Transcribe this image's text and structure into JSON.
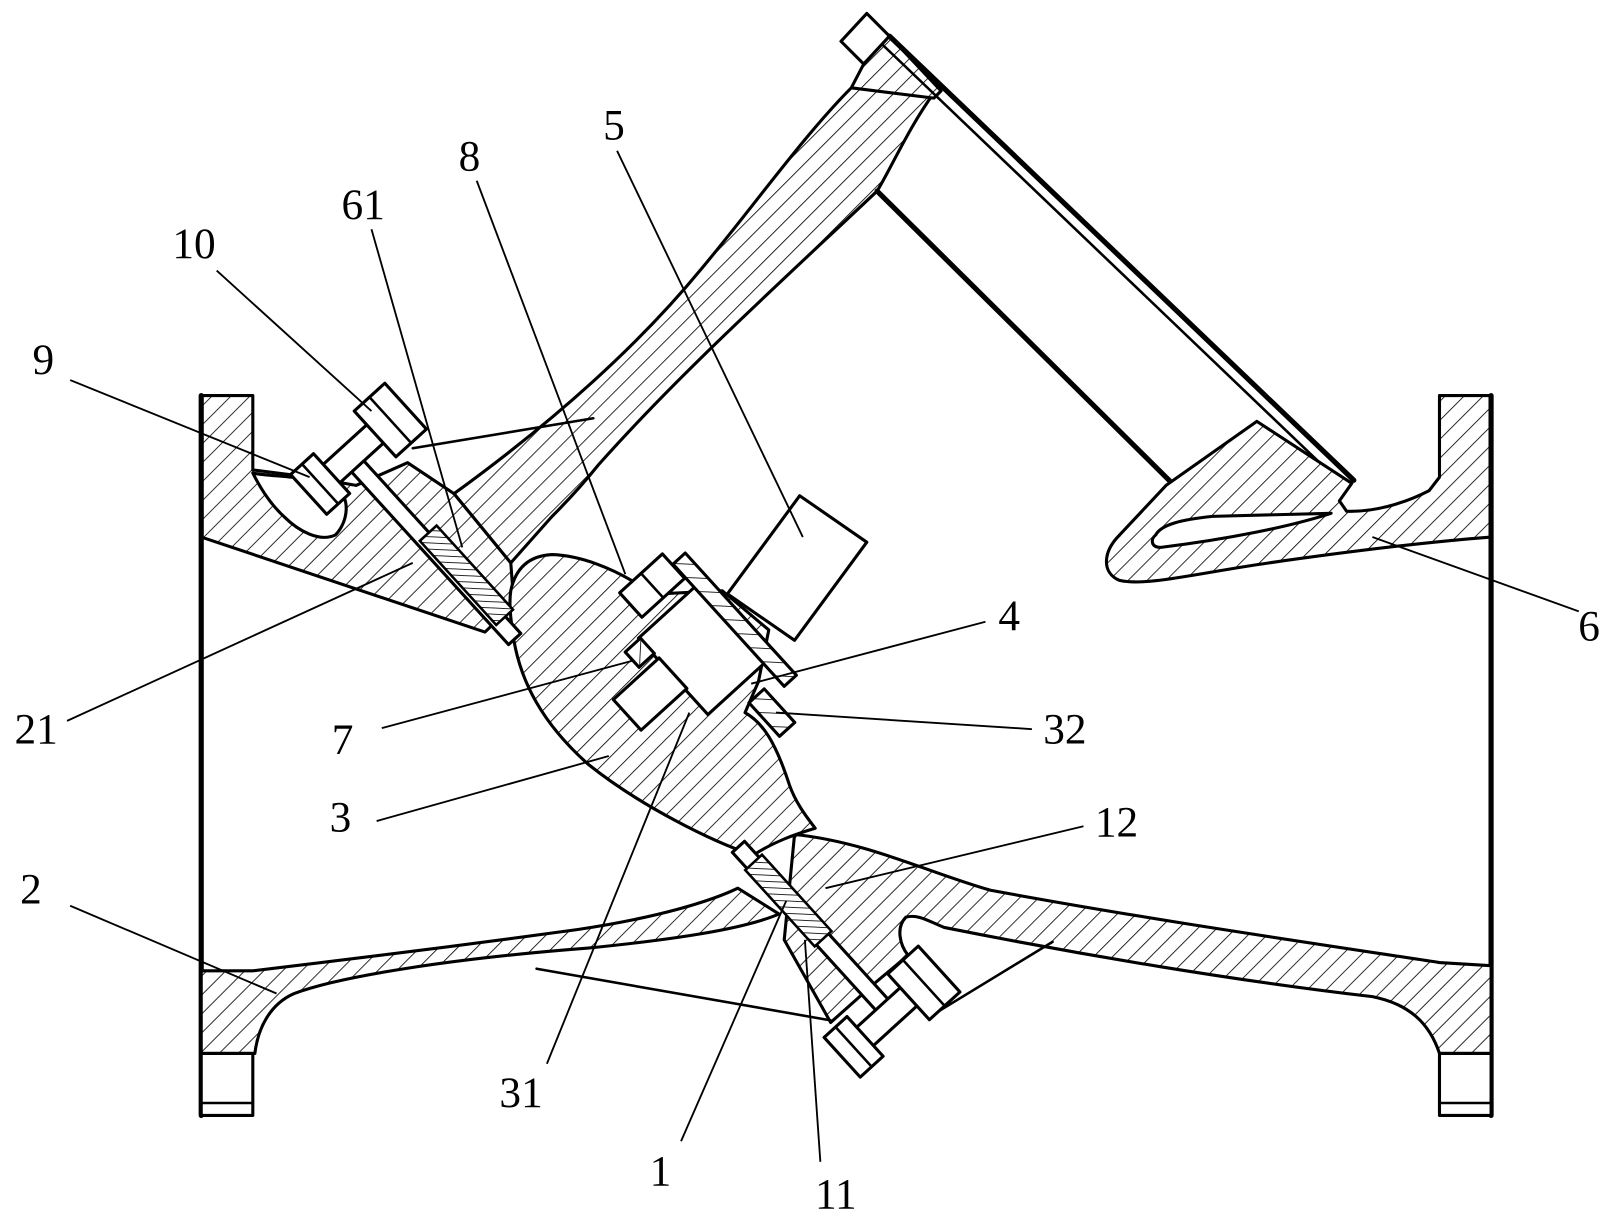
{
  "reference_numerals": [
    "9",
    "10",
    "61",
    "8",
    "5",
    "4",
    "32",
    "7",
    "3",
    "21",
    "2",
    "12",
    "31",
    "1",
    "11",
    "6"
  ],
  "colors": {
    "line": "#000000",
    "background": "#ffffff"
  }
}
